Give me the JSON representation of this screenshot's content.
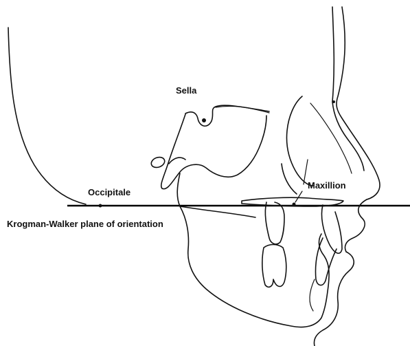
{
  "labels": {
    "sella": "Sella",
    "occipitale": "Occipitale",
    "maxillion": "Maxillion",
    "plane": "Krogman-Walker plane of orientation"
  },
  "colors": {
    "ink": "#111111",
    "background": "#ffffff"
  }
}
